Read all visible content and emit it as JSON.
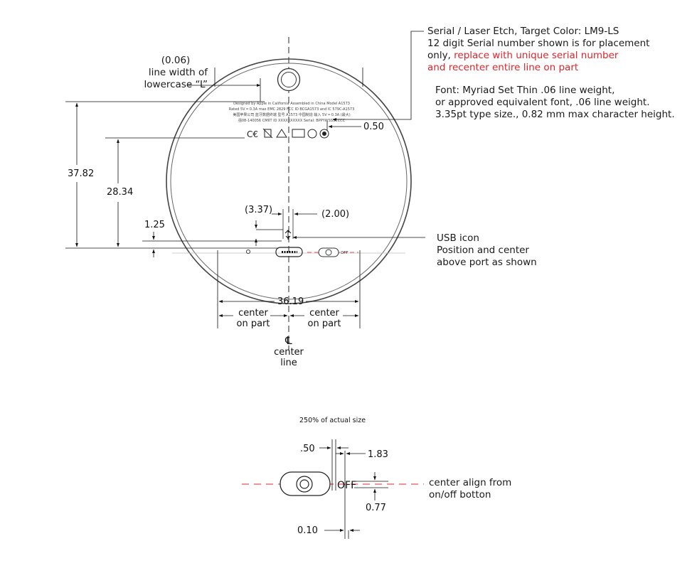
{
  "header_note": {
    "line1": "Serial / Laser Etch, Target Color: LM9-LS",
    "line2": "12 digit Serial number shown is for placement",
    "line3_black": "only, ",
    "line3_red": "replace with unique serial number",
    "line4_red": "and recenter entire line on part",
    "font1": "Font: Myriad Set Thin .06 line weight,",
    "font2": "or approved equivalent font, .06 line weight.",
    "font3": "3.35pt type size., 0.82 mm max character height."
  },
  "dimensions": {
    "line_width_value": "(0.06)",
    "line_width_l1": "line width of",
    "line_width_l2": "lowercase “L”",
    "serial_gap": "0.50",
    "height_total": "37.82",
    "height_text": "28.34",
    "icon_offset": "1.25",
    "icon_height": "(3.37)",
    "icon_width": "(2.00)",
    "diameter": "36.19",
    "center_left_1": "center",
    "center_left_2": "on part",
    "center_right_1": "center",
    "center_right_2": "on part"
  },
  "usb_note": {
    "line1": "USB icon",
    "line2": "Position and center",
    "line3": "above port as shown"
  },
  "centerline": {
    "symbol": "℄",
    "line1": "center",
    "line2": "line"
  },
  "etched_text": {
    "line1": "Designed by Apple in California  Assembled in China  Model A1573",
    "line2": "Rated 5V ═ 0.3A max  EMC 2829  FCC ID BCGA1573 and IC 579C-A1573",
    "line3": "美国苹果公司 蓝牙数据终端 型号 A1573 中国制造 输入 5V ═ 0.3A (最大)",
    "line4": "强08-140056  CMIIT ID XXXXXXXXXX  Serial: BPPYWSSSCCCC",
    "off_label": "OFF"
  },
  "detail": {
    "scale_caption": "250% of actual size",
    "dim_a": ".50",
    "dim_b": "1.83",
    "dim_c": "0.77",
    "dim_d": "0.10",
    "off_label": "OFF",
    "align_1": "center align from",
    "align_2": "on/off botton"
  },
  "colors": {
    "accent_red": "#e0242c",
    "line": "#111111",
    "ring": "#555555"
  }
}
